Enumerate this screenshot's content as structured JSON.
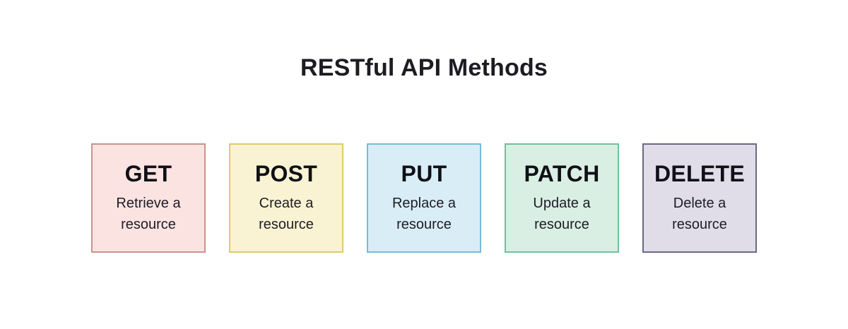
{
  "title": "RESTful API Methods",
  "cards": [
    {
      "method": "GET",
      "description": "Retrieve a resource",
      "bg": "#fbe3e1",
      "border": "#c9948e"
    },
    {
      "method": "POST",
      "description": "Create a resource",
      "bg": "#faf3d3",
      "border": "#ddcb69"
    },
    {
      "method": "PUT",
      "description": "Replace a resource",
      "bg": "#d9edf6",
      "border": "#74bdd7"
    },
    {
      "method": "PATCH",
      "description": "Update a resource",
      "bg": "#d9efe3",
      "border": "#6fc29c"
    },
    {
      "method": "DELETE",
      "description": "Delete a resource",
      "bg": "#e0dde9",
      "border": "#6b6885"
    }
  ]
}
